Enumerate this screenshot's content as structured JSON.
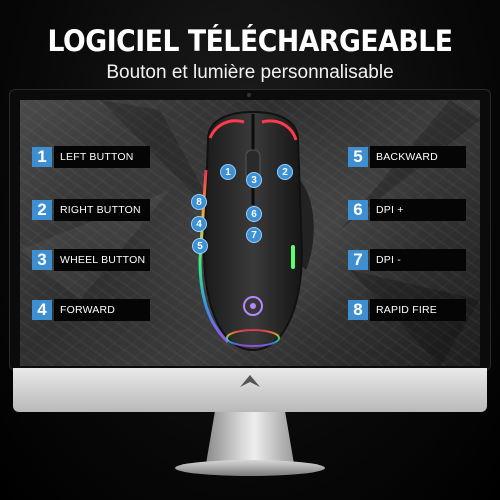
{
  "header": {
    "title": "LOGICIEL TÉLÉCHARGEABLE",
    "subtitle": "Bouton et lumière personnalisable"
  },
  "buttons": [
    {
      "number": "1",
      "label": "LEFT BUTTON"
    },
    {
      "number": "2",
      "label": "RIGHT BUTTON"
    },
    {
      "number": "3",
      "label": "WHEEL BUTTON"
    },
    {
      "number": "4",
      "label": "FORWARD"
    },
    {
      "number": "5",
      "label": "BACKWARD"
    },
    {
      "number": "6",
      "label": "DPI +"
    },
    {
      "number": "7",
      "label": "DPI -"
    },
    {
      "number": "8",
      "label": "RAPID FIRE"
    }
  ],
  "mouse_markers": [
    "1",
    "2",
    "3",
    "4",
    "5",
    "6",
    "7",
    "8"
  ],
  "colors": {
    "badge_blue": "#3e8fd2",
    "label_bg": "#050505",
    "led_red": "#ff3a4a",
    "led_rainbow": [
      "#ff3355",
      "#ffcc33",
      "#33ff88",
      "#3399ff",
      "#aa55ff"
    ]
  }
}
